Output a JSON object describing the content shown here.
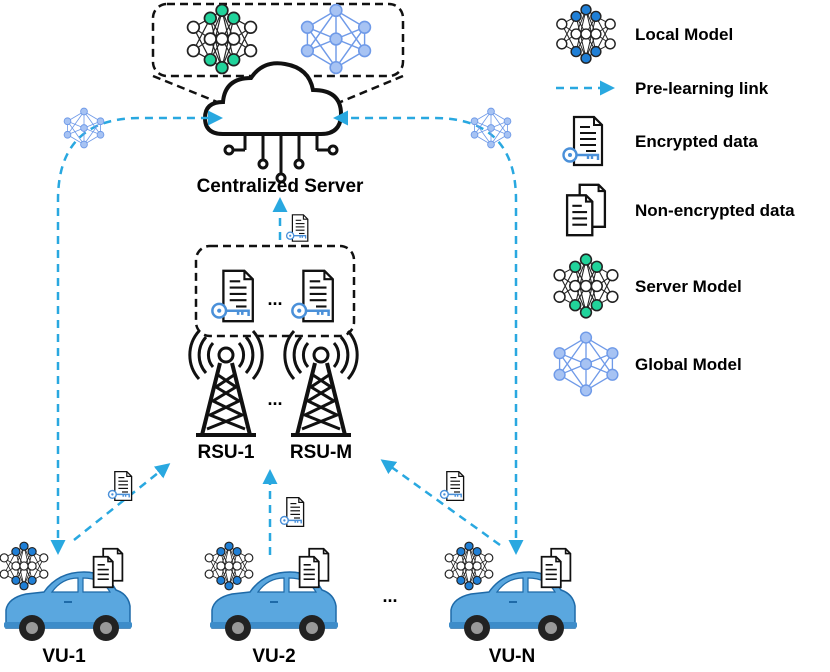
{
  "server": {
    "label": "Centralized Server"
  },
  "rsus": {
    "first": "RSU-1",
    "last": "RSU-M",
    "ellipsis": "..."
  },
  "vehicles": {
    "first": "VU-1",
    "second": "VU-2",
    "last": "VU-N",
    "ellipsis": "..."
  },
  "rsu_docs_ellipsis": "...",
  "legend": {
    "local_model": "Local Model",
    "prelearning_link": "Pre-learning link",
    "encrypted_data": "Encrypted data",
    "non_encrypted_data": "Non-encrypted data",
    "server_model": "Server Model",
    "global_model": "Global Model"
  },
  "colors": {
    "link": "#29a8e0",
    "car_body": "#5aa7df",
    "local_node": "#1f7fd6",
    "server_node": "#21d39b",
    "global": "#8fb3ee",
    "key": "#4a90d9"
  },
  "icons": {
    "cloud": "cloud-server-icon",
    "tower": "radio-tower-icon",
    "encrypted": "encrypted-document-icon",
    "plain": "documents-icon",
    "nn": "neural-network-icon",
    "car": "car-icon"
  }
}
